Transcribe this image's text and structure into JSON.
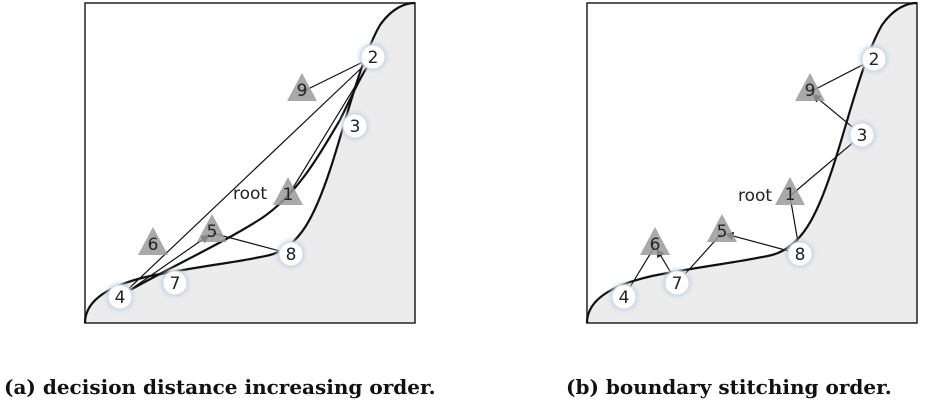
{
  "panels": [
    {
      "caption": "(a) decision distance increasing order.",
      "root_label": "root",
      "nodes": [
        {
          "id": "1",
          "shape": "triangle"
        },
        {
          "id": "2",
          "shape": "circle"
        },
        {
          "id": "3",
          "shape": "circle"
        },
        {
          "id": "4",
          "shape": "circle"
        },
        {
          "id": "5",
          "shape": "triangle"
        },
        {
          "id": "6",
          "shape": "triangle"
        },
        {
          "id": "7",
          "shape": "circle"
        },
        {
          "id": "8",
          "shape": "circle"
        },
        {
          "id": "9",
          "shape": "triangle"
        }
      ],
      "edges": [
        [
          "1",
          "2"
        ],
        [
          "2",
          "4"
        ],
        [
          "4",
          "5"
        ],
        [
          "5",
          "8"
        ],
        [
          "9",
          "2"
        ]
      ]
    },
    {
      "caption": "(b) boundary stitching order.",
      "root_label": "root",
      "nodes": [
        {
          "id": "1",
          "shape": "triangle"
        },
        {
          "id": "2",
          "shape": "circle"
        },
        {
          "id": "3",
          "shape": "circle"
        },
        {
          "id": "4",
          "shape": "circle"
        },
        {
          "id": "5",
          "shape": "triangle"
        },
        {
          "id": "6",
          "shape": "triangle"
        },
        {
          "id": "7",
          "shape": "circle"
        },
        {
          "id": "8",
          "shape": "circle"
        },
        {
          "id": "9",
          "shape": "triangle"
        }
      ],
      "edges": [
        [
          "1",
          "8"
        ],
        [
          "8",
          "5"
        ],
        [
          "5",
          "7"
        ],
        [
          "7",
          "6"
        ],
        [
          "6",
          "4"
        ],
        [
          "1",
          "3"
        ],
        [
          "3",
          "9"
        ],
        [
          "9",
          "2"
        ]
      ]
    }
  ],
  "colors": {
    "region_fill": "#ececec",
    "triangle_fill": "#9a9a9a",
    "circle_fill": "#ffffff",
    "circle_glow": "#c6d7ea",
    "line": "#111111"
  }
}
